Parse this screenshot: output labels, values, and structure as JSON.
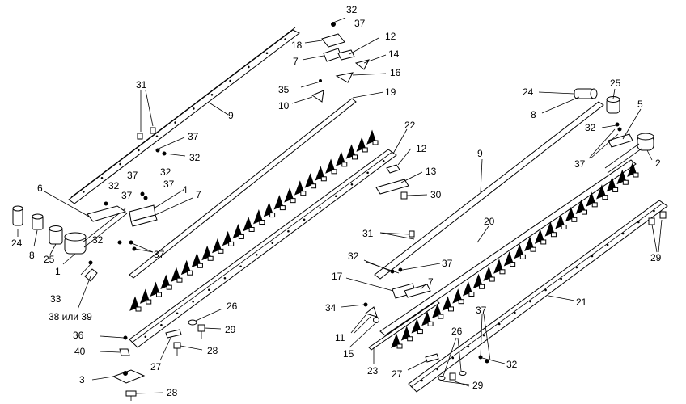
{
  "labels": {
    "l24a": "24",
    "l8a": "8",
    "l25a": "25",
    "l1": "1",
    "l33": "33",
    "l38": "38 или 39",
    "l6": "6",
    "l31a": "31",
    "l9a": "9",
    "l32a": "32",
    "l37a": "37",
    "l32b": "32",
    "l37b": "37",
    "l32c": "32",
    "l37c": "37",
    "l4": "4",
    "l7a": "7",
    "l32d": "32",
    "l37d": "37",
    "l32e": "32",
    "l37e": "37",
    "l18": "18",
    "l12a": "12",
    "l7b": "7",
    "l14": "14",
    "l16": "16",
    "l35": "35",
    "l10": "10",
    "l19": "19",
    "l22": "22",
    "l12b": "12",
    "l13": "13",
    "l30": "30",
    "l26a": "26",
    "l29a": "29",
    "l36": "36",
    "l40": "40",
    "l28a": "28",
    "l27a": "27",
    "l3": "3",
    "l28b": "28",
    "l24b": "24",
    "l25b": "25",
    "l8b": "8",
    "l5": "5",
    "l32f": "32",
    "l2": "2",
    "l37f": "37",
    "l9b": "9",
    "l20": "20",
    "l31b": "31",
    "l32g": "32",
    "l37g": "37",
    "l17": "17",
    "l7c": "7",
    "l34": "34",
    "l11": "11",
    "l15": "15",
    "l23": "23",
    "l21": "21",
    "l29b": "29",
    "l37h": "37",
    "l26b": "26",
    "l32h": "32",
    "l27b": "27",
    "l29c": "29"
  }
}
